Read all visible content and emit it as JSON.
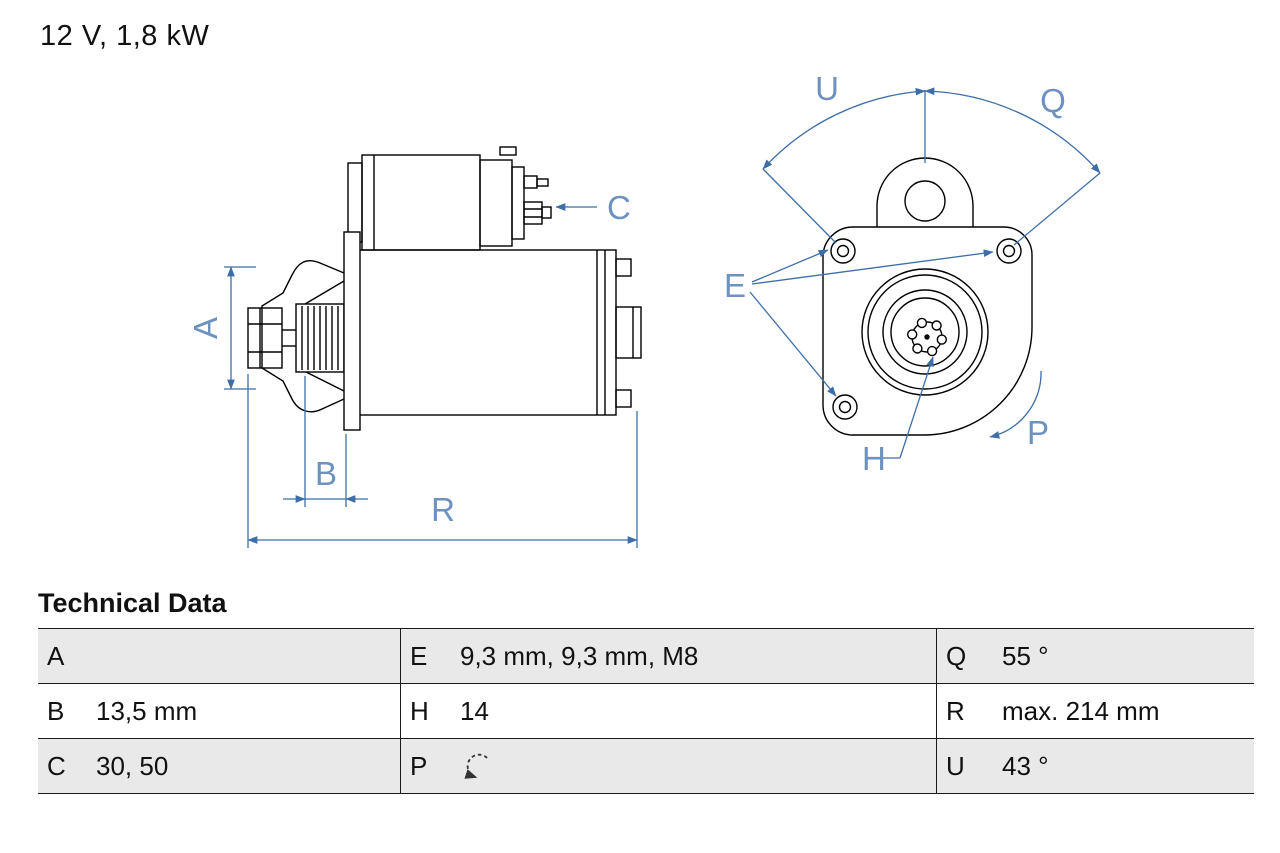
{
  "title": "12 V, 1,8 kW",
  "technical_data": {
    "heading": "Technical Data",
    "rows": [
      {
        "cells": [
          [
            "A",
            ""
          ],
          [
            "E",
            "9,3 mm, 9,3 mm, M8"
          ],
          [
            "Q",
            "55 °"
          ]
        ]
      },
      {
        "cells": [
          [
            "B",
            "13,5 mm"
          ],
          [
            "H",
            "14"
          ],
          [
            "R",
            "max. 214 mm"
          ]
        ]
      },
      {
        "cells": [
          [
            "C",
            "30, 50"
          ],
          [
            "P",
            ""
          ],
          [
            "U",
            "43 °"
          ]
        ]
      }
    ],
    "p_value_icon": "counterclockwise-rotation-icon"
  },
  "drawing": {
    "labels": {
      "A": "A",
      "B": "B",
      "C": "C",
      "E": "E",
      "H": "H",
      "P": "P",
      "Q": "Q",
      "R": "R",
      "U": "U"
    }
  },
  "colors": {
    "dimension_line_blue": "#3e6ea8",
    "dimension_label_blue": "#6e92c0",
    "drawing_line_black": "#000000",
    "table_row_shade": "#e9e9e9",
    "table_border": "#1a1a1a"
  }
}
